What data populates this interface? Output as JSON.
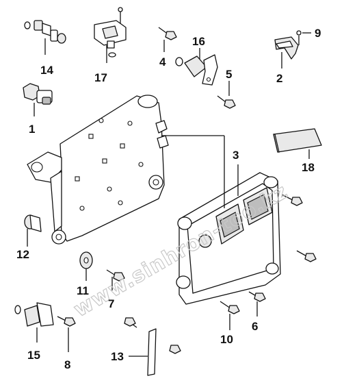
{
  "watermark": "www.sinhron-too.kz",
  "callouts": {
    "c1": "1",
    "c2": "2",
    "c3": "3",
    "c4": "4",
    "c5": "5",
    "c6": "6",
    "c7": "7",
    "c8": "8",
    "c9": "9",
    "c10": "10",
    "c11": "11",
    "c12": "12",
    "c13": "13",
    "c14": "14",
    "c15": "15",
    "c16": "16",
    "c17": "17",
    "c18": "18"
  }
}
